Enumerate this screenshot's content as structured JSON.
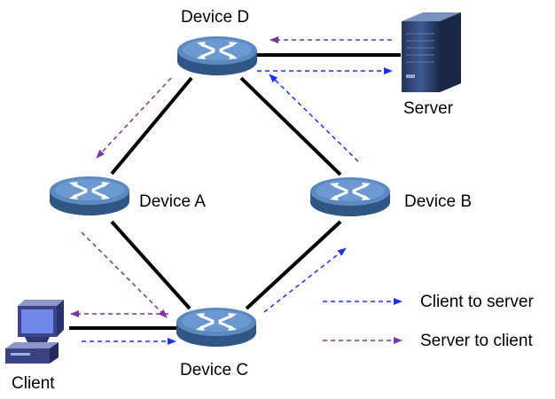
{
  "devices": {
    "d": {
      "label": "Device D"
    },
    "a": {
      "label": "Device A"
    },
    "b": {
      "label": "Device B"
    },
    "c": {
      "label": "Device C"
    }
  },
  "server": {
    "label": "Server"
  },
  "client": {
    "label": "Client"
  },
  "legend": {
    "client_to_server": {
      "label": "Client to server",
      "color": "#1f2fff"
    },
    "server_to_client": {
      "label": "Server to client",
      "color": "#7a35a8"
    }
  },
  "colors": {
    "router_body": "#3f6ea0",
    "router_top": "#5b8ac0",
    "link": "#000000"
  },
  "icons": {
    "router": "router-icon",
    "server": "server-tower-icon",
    "client": "desktop-computer-icon"
  }
}
